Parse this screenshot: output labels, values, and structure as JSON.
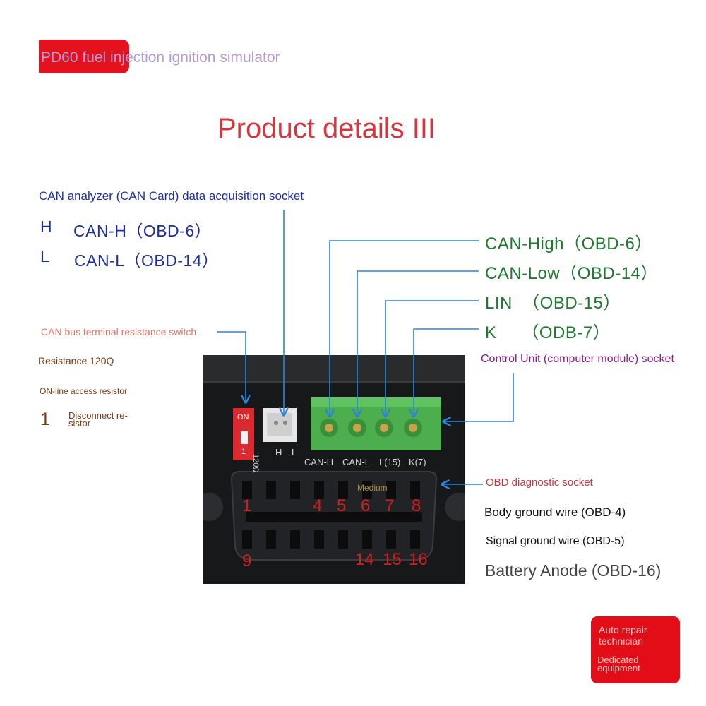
{
  "brand": {
    "title": "PD60 fuel injection ignition simulator"
  },
  "page_title": "Product details III",
  "left_labels": {
    "can_analyzer": "CAN analyzer (CAN Card) data acquisition socket",
    "h_letter": "H",
    "h_value": "CAN-H（OBD-6）",
    "l_letter": "L",
    "l_value": "CAN-L（OBD-14）",
    "can_bus_switch": "CAN bus terminal resistance switch",
    "resistance_120": "Resistance 120Q",
    "online_resistor": "ON-line access resistor",
    "num_one": "1",
    "disconnect": "Disconnect re-\nsistor"
  },
  "right_labels": {
    "can_high": "CAN-High（OBD-6）",
    "can_low": "CAN-Low（OBD-14）",
    "lin": "LIN  （OBD-15）",
    "k": "K     （ODB-7）",
    "control_unit": "Control Unit (computer module) socket",
    "obd_diag": "OBD diagnostic socket",
    "body_ground": "Body ground wire (OBD-4)",
    "signal_ground": "Signal ground wire (OBD-5)",
    "battery_anode": "Battery Anode (OBD-16)"
  },
  "photo": {
    "switch_on": "ON",
    "switch_one": "1",
    "r120": "120Ω",
    "h": "H",
    "l": "L",
    "connector_labels": [
      "CAN-H",
      "CAN-L",
      "L(15)",
      "K(7)"
    ],
    "medium": "Medium",
    "top_pin_numbers": [
      "1",
      "4",
      "5",
      "6",
      "7",
      "8"
    ],
    "bottom_pin_numbers": [
      "9",
      "14",
      "15",
      "16"
    ]
  },
  "badge": {
    "line1": "Auto repair technician",
    "line2": "Dedicated equipment"
  },
  "colors": {
    "accent_red": "#e3121c",
    "title_red": "#d8343d",
    "blue": "#1c2ea6",
    "green": "#1e7a2e",
    "purple": "#8a1b8c",
    "arrow_blue": "#2a86d8",
    "connector_green": "#4cae4c"
  }
}
